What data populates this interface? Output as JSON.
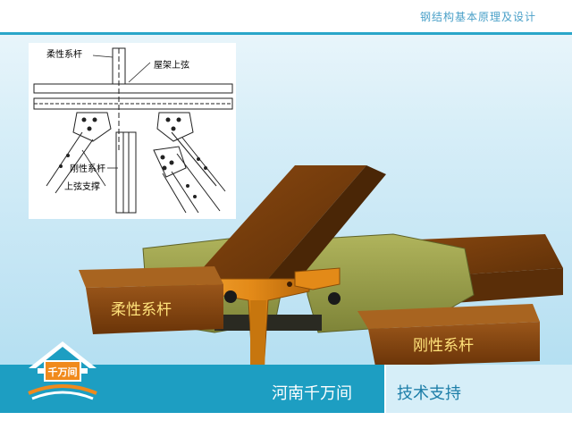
{
  "header": {
    "title": "钢结构基本原理及设计"
  },
  "drawing": {
    "labels": {
      "flexible_tie": "柔性系杆",
      "top_chord": "屋架上弦",
      "rigid_tie": "刚性系杆",
      "top_chord_brace": "上弦支撑"
    }
  },
  "render": {
    "flexible_label": "柔性系杆",
    "rigid_label": "刚性系杆"
  },
  "logo": {
    "text": "千万间"
  },
  "footer": {
    "left": "河南千万间",
    "right": "技术支持"
  },
  "colors": {
    "accent": "#1d9ec2",
    "label_board": "#8a4a12",
    "label_text": "#ffe27a",
    "steel_top": "#7a3f0e",
    "steel_orange": "#e08a1c",
    "gusset": "#9aa04a"
  }
}
